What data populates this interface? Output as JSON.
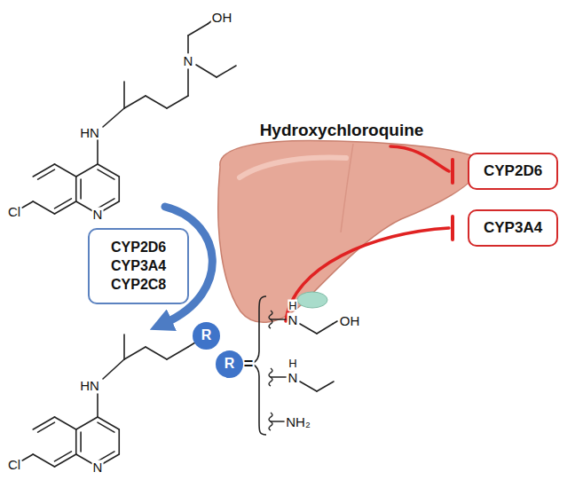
{
  "diagram": {
    "nodes": [
      {
        "text": [
          "CYP2D6 CYP3A4 CYP2C8"
        ]
      },
      {
        "text": [
          "CYP2D6"
        ]
      },
      {
        "text": [
          "CYP3A4"
        ]
      },
      {
        "text": [
          "R"
        ]
      },
      {
        "text": [
          "R"
        ]
      }
    ],
    "labels": [
      "Hydroxychloroquine",
      "OH",
      "N",
      "HN",
      "N",
      "Cl",
      "HN",
      "N",
      "Cl",
      "H",
      "N",
      "OH",
      "H",
      "N",
      "NH₂",
      "="
    ]
  }
}
